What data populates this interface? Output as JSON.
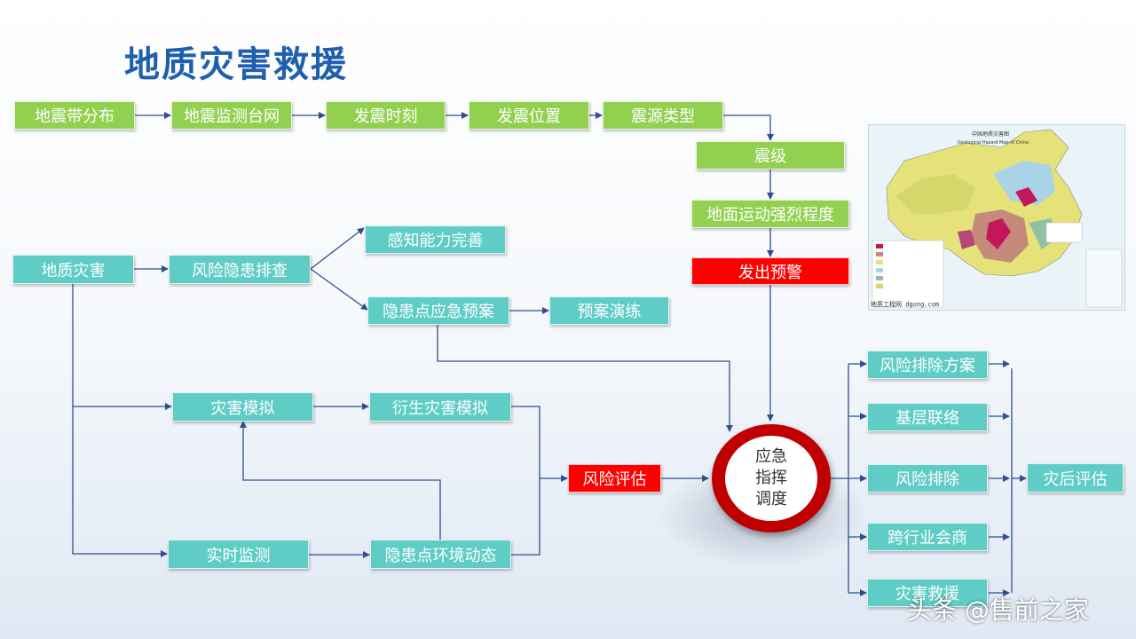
{
  "title": "地质灾害救援",
  "row1": [
    "地震带分布",
    "地震监测台网",
    "发震时刻",
    "发震位置",
    "震源类型"
  ],
  "quake_chain": [
    "震级",
    "地面运动强烈程度"
  ],
  "warning": "发出预警",
  "geo_disaster": "地质灾害",
  "risk_check": "风险隐患排查",
  "perception": "感知能力完善",
  "emergency_plan": "隐患点应急预案",
  "plan_drill": "预案演练",
  "disaster_sim": "灾害模拟",
  "derived_sim": "衍生灾害模拟",
  "realtime_monitor": "实时监测",
  "env_dynamics": "隐患点环境动态",
  "risk_assess": "风险评估",
  "hub": [
    "应急",
    "指挥",
    "调度"
  ],
  "right_items": [
    "风险排除方案",
    "基层联络",
    "风险排除",
    "跨行业会商",
    "灾害救援"
  ],
  "post_assess": "灾后评估",
  "map": {
    "title_cn": "中国地质灾害图",
    "title_en": "Geological Hazard Map of China",
    "caption": "地质工程网 dgong.com"
  },
  "watermark": "头条 @售前之家",
  "colors": {
    "green": "#92d050",
    "teal": "#5fcdc5",
    "red": "#ff0000",
    "line": "#2f4f8f",
    "title": "#1f5fae"
  }
}
